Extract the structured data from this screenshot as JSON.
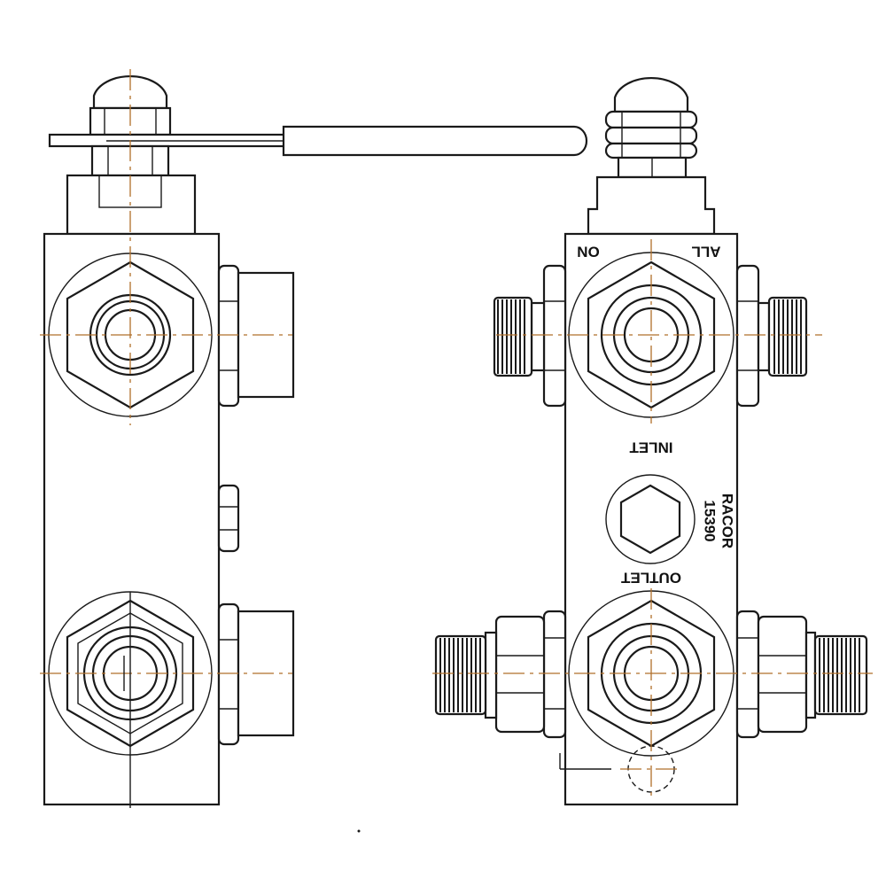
{
  "labels": {
    "on": "ON",
    "all": "ALL",
    "inlet": "INLET",
    "outlet": "OUTLET",
    "brand": "RACOR",
    "part_number": "15390"
  },
  "colors": {
    "outline": "#1a1a1a",
    "centerline": "#b06f2a",
    "background": "#ffffff"
  }
}
